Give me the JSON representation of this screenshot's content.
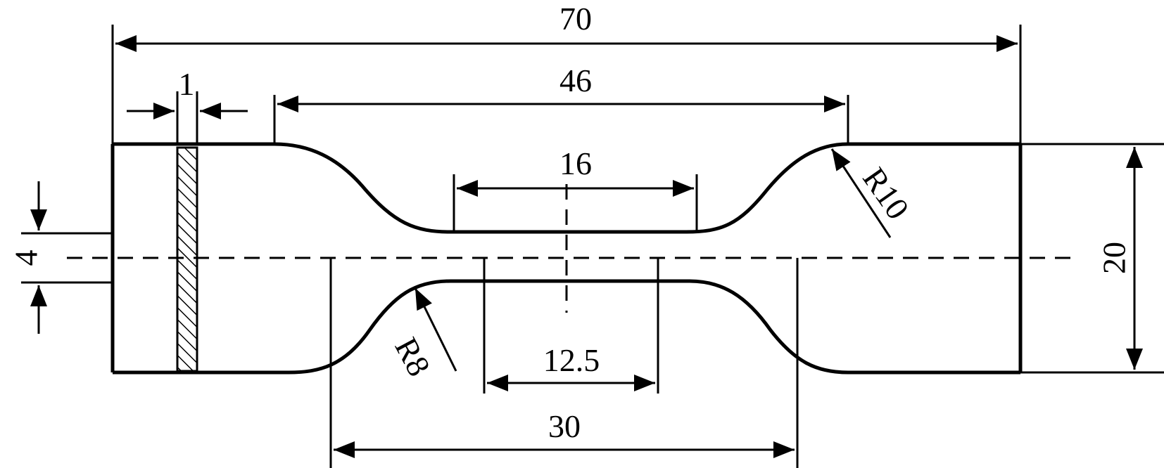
{
  "diagram": {
    "dimensions": {
      "overall_length": "70",
      "shoulder_to_shoulder": "46",
      "narrow_section": "16",
      "gauge_length": "12.5",
      "fillet_span": "30",
      "width": "20",
      "narrow_width": "4",
      "hatch_width": "1",
      "radius_large": "R10",
      "radius_small": "R8"
    },
    "colors": {
      "ink": "#000000",
      "background": "#ffffff"
    }
  }
}
